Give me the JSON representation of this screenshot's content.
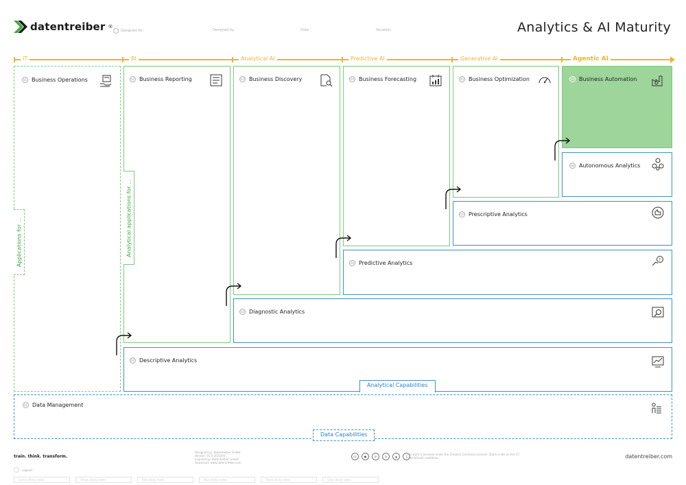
{
  "header": {
    "brand": "datentreiber",
    "reg": "®",
    "title": "Analytics & AI Maturity",
    "fields": [
      "Designed for:",
      "Designed by:",
      "Date:",
      "Iteration:"
    ]
  },
  "timeline": {
    "labels": [
      "IT",
      "BI",
      "Analytical AI",
      "Predictive AI",
      "Generative AI",
      "Agentic AI"
    ]
  },
  "applications": {
    "business_operations": "Business Operations",
    "business_reporting": "Business Reporting",
    "business_discovery": "Business Discovery",
    "business_forecasting": "Business Forecasting",
    "business_optimization": "Business Optimization",
    "business_automation": "Business Automation"
  },
  "capabilities": {
    "autonomous": "Autonomous Analytics",
    "prescriptive": "Prescriptive Analytics",
    "predictive": "Predictive Analytics",
    "diagnostic": "Diagnostic Analytics",
    "descriptive": "Descriptive Analytics",
    "data_management": "Data Management"
  },
  "tabs": {
    "applications_for": "Applications for ...",
    "analytical_applications_for": "Analytical applications for ...",
    "analytical_capabilities": "Analytical Capabilities",
    "data_capabilities": "Data Capabilities"
  },
  "footer": {
    "slogan": "train. think. transform.",
    "url": "datentreiber.com",
    "credits": [
      "Designed by: Datentreiber GmbH",
      "Version: V1.0 2025/04",
      "Inspired by: Datentreiber GmbH",
      "Download: www.datentreiber.com"
    ],
    "license": "This work is licensed under the Creative Commons License: Share-a-like on the CC International conditions.",
    "legend_title": "Legend:",
    "legend": [
      "Green sticky notes",
      "Yellow sticky notes",
      "Red sticky notes",
      "Blue sticky notes",
      "Violet sticky notes",
      "Grey sticky notes"
    ]
  },
  "colors": {
    "timeline": "#f0b429",
    "application_border": "#7dc97d",
    "capability_border": "#3c8fc7",
    "highlight_fill": "#9dd59a"
  }
}
